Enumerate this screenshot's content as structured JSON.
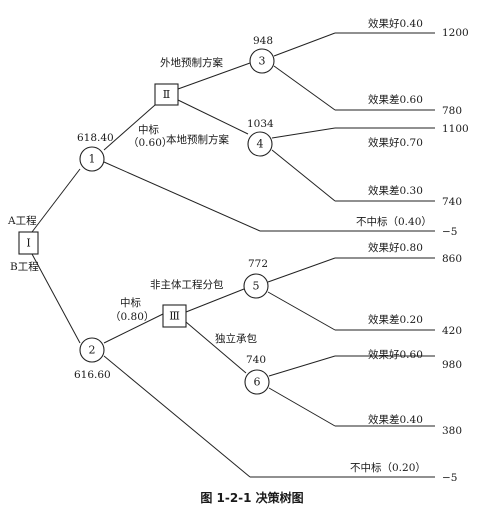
{
  "caption": "图 1-2-1   决策树图",
  "nodes": {
    "decision_1": "Ⅰ",
    "decision_2": "Ⅱ",
    "decision_3": "Ⅲ",
    "chance_1": {
      "label": "1",
      "value": "618.40"
    },
    "chance_2": {
      "label": "2",
      "value": "616.60"
    },
    "chance_3": {
      "label": "3",
      "value": "948"
    },
    "chance_4": {
      "label": "4",
      "value": "1034"
    },
    "chance_5": {
      "label": "5",
      "value": "772"
    },
    "chance_6": {
      "label": "6",
      "value": "740"
    }
  },
  "branches": {
    "a_project": "A工程",
    "b_project": "B工程",
    "win_a": "中标",
    "win_a_prob": "（0.60）",
    "lose_a": "不中标（0.40）",
    "win_b": "中标",
    "win_b_prob": "（0.80）",
    "lose_b": "不中标（0.20）",
    "external_prefab": "外地预制方案",
    "local_prefab": "本地预制方案",
    "subcontract": "非主体工程分包",
    "independent": "独立承包"
  },
  "outcomes": [
    {
      "label": "效果好0.40",
      "value": "1200"
    },
    {
      "label": "效果差0.60",
      "value": "780"
    },
    {
      "label": "效果好0.70",
      "value": "1100"
    },
    {
      "label": "效果差0.30",
      "value": "740"
    },
    {
      "label": "",
      "value": "−5"
    },
    {
      "label": "效果好0.80",
      "value": "860"
    },
    {
      "label": "效果差0.20",
      "value": "420"
    },
    {
      "label": "效果好0.60",
      "value": "980"
    },
    {
      "label": "效果差0.40",
      "value": "380"
    },
    {
      "label": "",
      "value": "−5"
    }
  ]
}
